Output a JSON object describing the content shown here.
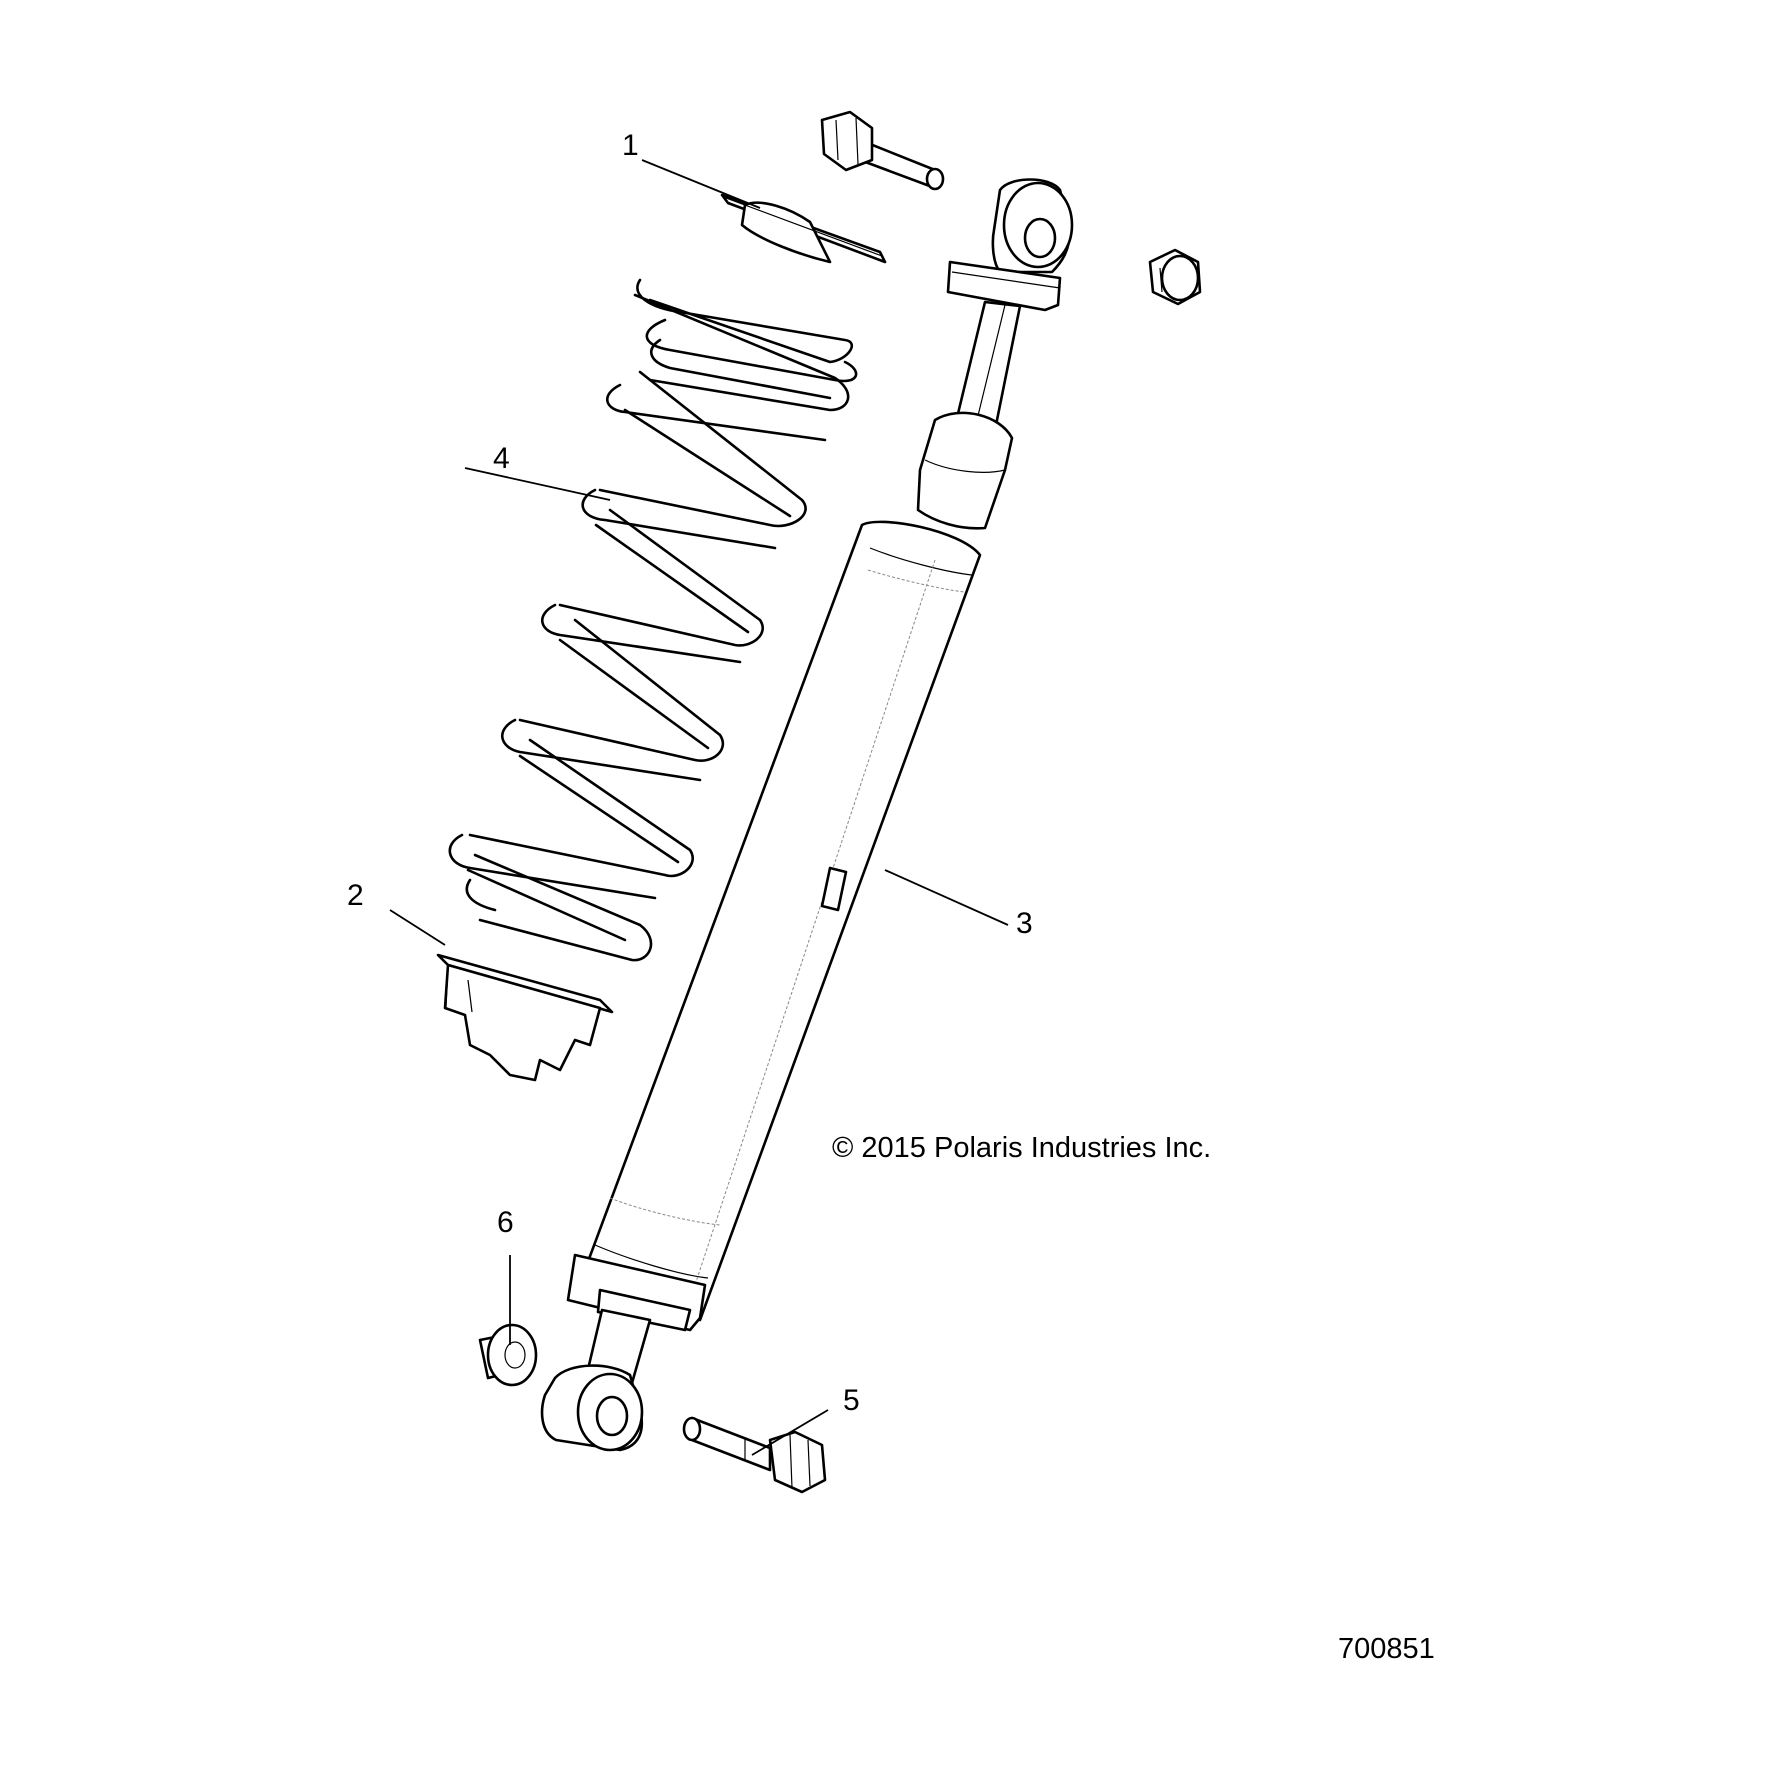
{
  "diagram": {
    "callouts": [
      {
        "id": "1",
        "label": "1"
      },
      {
        "id": "2",
        "label": "2"
      },
      {
        "id": "3",
        "label": "3"
      },
      {
        "id": "4",
        "label": "4"
      },
      {
        "id": "5",
        "label": "5"
      },
      {
        "id": "6",
        "label": "6"
      }
    ],
    "copyright": "© 2015 Polaris Industries Inc.",
    "figure_number": "700851"
  }
}
